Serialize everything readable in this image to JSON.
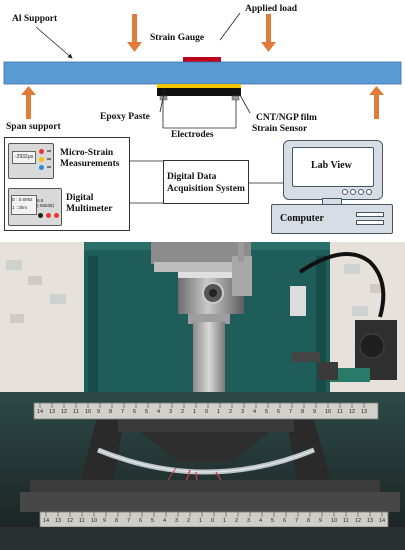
{
  "labels": {
    "al_support": "Al Support",
    "strain_gauge": "Strain Gauge",
    "applied_load": "Applied  load",
    "span_support": "Span support",
    "epoxy_paste": "Epoxy Paste",
    "cnt_line1": "CNT/NGP film",
    "cnt_line2": "Strain Sensor",
    "electrodes": "Electrodes",
    "micro_strain_line1": "Micro-Strain",
    "micro_strain_line2": "Measurements",
    "digital_line1": "Digital",
    "digital_line2": "Multimeter",
    "daq_line1": "Digital  Data",
    "daq_line2": "Acquisition System",
    "lab_view": "Lab View",
    "computer": "Computer"
  },
  "devices": {
    "strain_readout": "-2932μs",
    "mm_line1": "E : 0.6092",
    "mm_line2": "1 : 2hm",
    "mm_value": "6.5 (-65536)"
  },
  "ruler_numbers": {
    "top": [
      "14",
      "13",
      "12",
      "11",
      "10",
      "9",
      "8",
      "7",
      "6",
      "5",
      "4",
      "3",
      "2",
      "1",
      "0",
      "1",
      "2",
      "3",
      "4",
      "5",
      "6",
      "7",
      "8",
      "9",
      "10",
      "11",
      "12",
      "13"
    ],
    "bottom": [
      "14",
      "13",
      "12",
      "11",
      "10",
      "9",
      "8",
      "7",
      "6",
      "5",
      "4",
      "3",
      "2",
      "1",
      "0",
      "1",
      "2",
      "3",
      "4",
      "5",
      "6",
      "7",
      "8",
      "9",
      "10",
      "11",
      "12",
      "13",
      "14"
    ]
  },
  "colors": {
    "beam": "#5b9bd5",
    "arrow": "#e07b39",
    "gauge": "#c0001a",
    "epoxy": "#f2c500",
    "film": "#111111",
    "machine_green": "#1f5d5a",
    "cable_red": "#d23a4a"
  }
}
